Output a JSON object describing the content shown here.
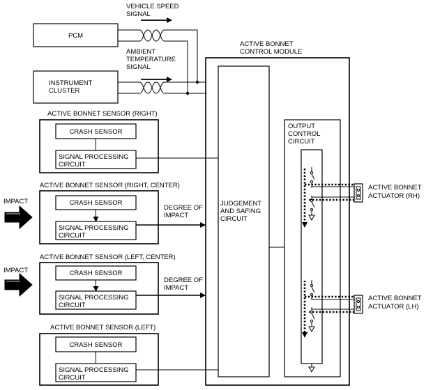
{
  "signals": {
    "vehicle_speed": [
      "VEHICLE SPEED",
      "SIGNAL"
    ],
    "ambient_temp": [
      "AMBIENT",
      "TEMPERATURE",
      "SIGNAL"
    ]
  },
  "pcm": "PCM",
  "cluster": [
    "INSTRUMENT",
    "CLUSTER"
  ],
  "module": {
    "title": [
      "ACTIVE BONNET",
      "CONTROL MODULE"
    ],
    "judge": [
      "JUDGEMENT",
      "AND SAFING",
      "CIRCUIT"
    ],
    "output": [
      "OUTPUT",
      "CONTROL",
      "CIRCUIT"
    ]
  },
  "sensors": [
    {
      "title": "ACTIVE BONNET SENSOR (RIGHT)",
      "crash": "CRASH SENSOR",
      "proc": [
        "SIGNAL PROCESSING",
        "CIRCUIT"
      ]
    },
    {
      "title": "ACTIVE BONNET SENSOR (RIGHT, CENTER)",
      "crash": "CRASH SENSOR",
      "proc": [
        "SIGNAL PROCESSING",
        "CIRCUIT"
      ]
    },
    {
      "title": "ACTIVE BONNET SENSOR (LEFT, CENTER)",
      "crash": "CRASH SENSOR",
      "proc": [
        "SIGNAL PROCESSING",
        "CIRCUIT"
      ]
    },
    {
      "title": "ACTIVE BONNET SENSOR (LEFT)",
      "crash": "CRASH SENSOR",
      "proc": [
        "SIGNAL PROCESSING",
        "CIRCUIT"
      ]
    }
  ],
  "impact": "IMPACT",
  "degree": [
    "DEGREE OF",
    "IMPACT"
  ],
  "actuators": {
    "rh": [
      "ACTIVE BONNET",
      "ACTUATOR (RH)"
    ],
    "lh": [
      "ACTIVE BONNET",
      "ACTUATOR (LH)"
    ]
  }
}
